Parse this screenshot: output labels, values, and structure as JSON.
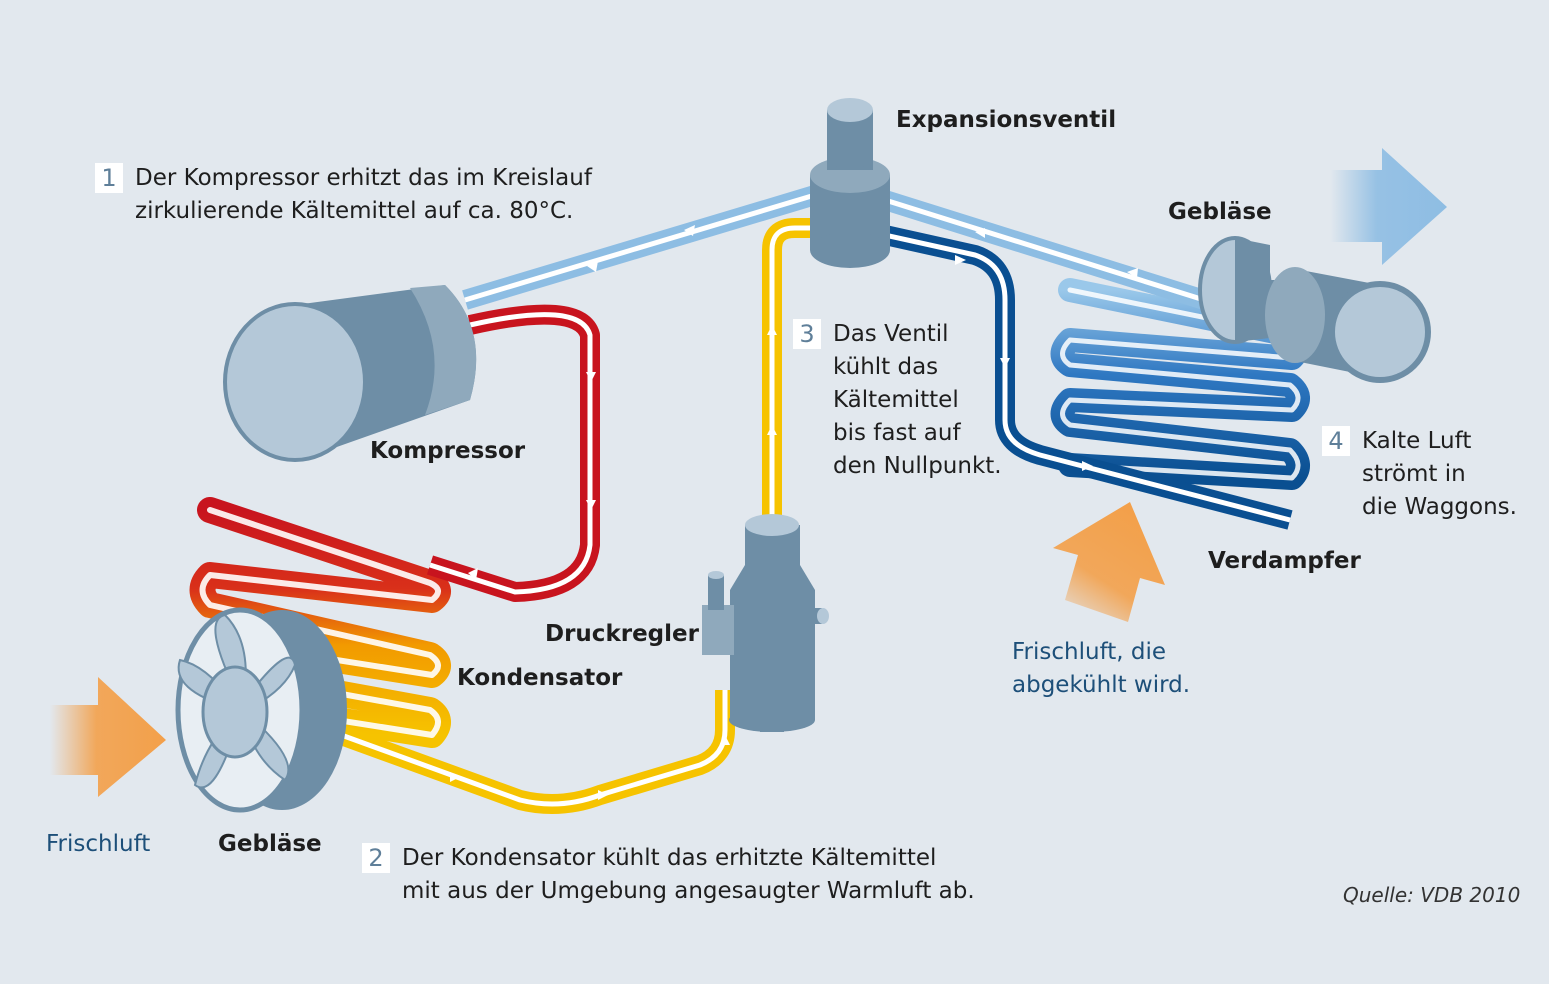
{
  "colors": {
    "background": "#e2e8ee",
    "hot_pipe": "#c8141e",
    "warm_pipe": "#f6c300",
    "cold_pipe": "#0a4f91",
    "cool_pipe": "#8dbde3",
    "component": "#6e8ea6",
    "component_light": "#b4c8d8",
    "fresh_air_arrow": "#f3a04a",
    "cold_air_arrow": "#8ebde3"
  },
  "components": {
    "expansion_valve": "Expansionsventil",
    "compressor": "Kompressor",
    "pressure_regulator": "Druckregler",
    "condenser": "Kondensator",
    "evaporator": "Verdampfer",
    "blower_left": "Gebläse",
    "blower_right": "Gebläse"
  },
  "steps": [
    {
      "number": "1",
      "lines": [
        "Der Kompressor erhitzt das im Kreislauf",
        "zirkulierende Kältemittel auf ca. 80°C."
      ]
    },
    {
      "number": "2",
      "lines": [
        "Der Kondensator kühlt das erhitzte Kältemittel",
        "mit aus der Umgebung angesaugter Warmluft ab."
      ]
    },
    {
      "number": "3",
      "lines": [
        "Das Ventil",
        "kühlt das",
        "Kältemittel",
        "bis fast auf",
        "den Nullpunkt."
      ]
    },
    {
      "number": "4",
      "lines": [
        "Kalte Luft",
        "strömt in",
        "die Waggons."
      ]
    }
  ],
  "air": {
    "fresh_air_left": "Frischluft",
    "fresh_air_right": [
      "Frischluft, die",
      "abgekühlt wird."
    ]
  },
  "source": "Quelle: VDB 2010",
  "icons": {
    "compressor": "compressor-icon",
    "condenser": "condenser-coil-icon",
    "evaporator": "evaporator-coil-icon",
    "fan": "fan-icon",
    "valve": "expansion-valve-icon",
    "regulator": "pressure-regulator-icon",
    "arrows": "air-flow-arrow-icon"
  }
}
